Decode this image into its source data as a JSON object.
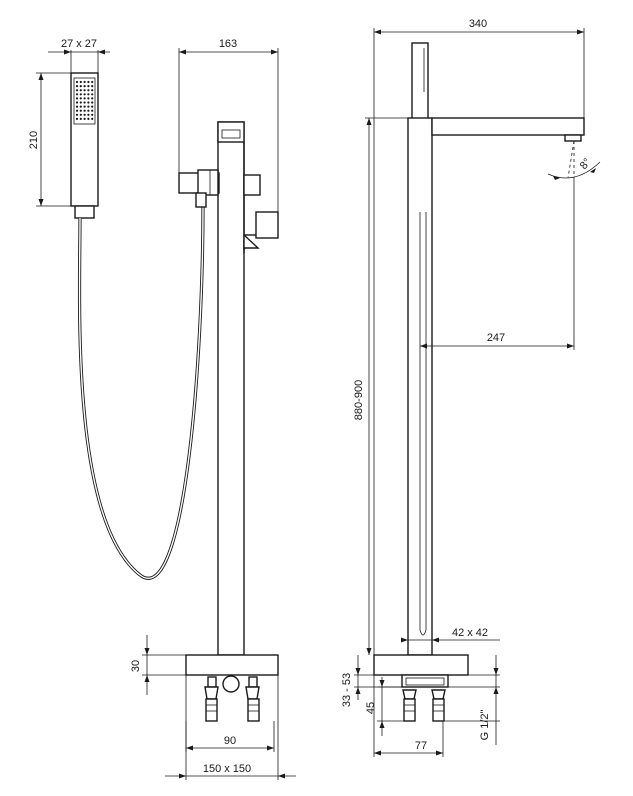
{
  "dimensions": {
    "handshower_section": "27 x 27",
    "handshower_length": "210",
    "mixer_depth": "163",
    "base_height": "30",
    "pipe_spacing": "90",
    "base_size": "150 x 150",
    "total_reach": "340",
    "spout_reach": "247",
    "total_height": "880-900",
    "spout_angle": "8°",
    "column_section": "42 x 42",
    "floor_depth": "33 - 53",
    "pipe_length": "45",
    "connection": "G 1/2\"",
    "pipe_offset": "77"
  }
}
